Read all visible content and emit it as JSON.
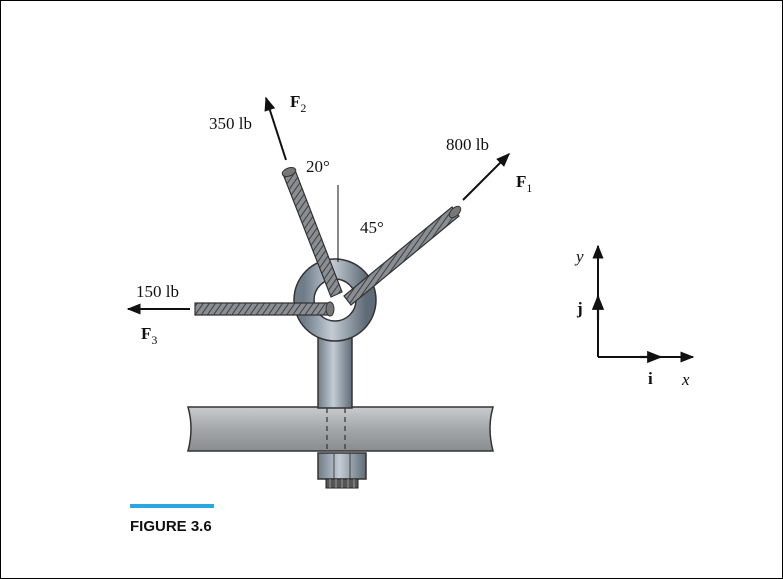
{
  "forces": {
    "f1": {
      "symbol": "F",
      "sub": "1",
      "magnitude": "800 lb"
    },
    "f2": {
      "symbol": "F",
      "sub": "2",
      "magnitude": "350 lb"
    },
    "f3": {
      "symbol": "F",
      "sub": "3",
      "magnitude": "150 lb"
    }
  },
  "angles": {
    "a20": "20°",
    "a45": "45°"
  },
  "axes": {
    "y": "y",
    "j": "j",
    "i": "i",
    "x": "x"
  },
  "caption": {
    "label": "FIGURE 3.6",
    "accent_color": "#29a8e0"
  }
}
